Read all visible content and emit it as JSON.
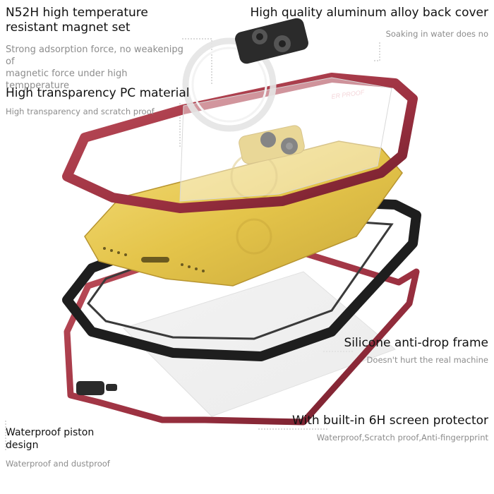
{
  "features": {
    "magnet": {
      "title_line1": "N52H high temperature",
      "title_line2": "resistant magnet set",
      "desc_line1": "Strong adsorption force, no weakenipg  of",
      "desc_line2": "magnetic force under high tempperature"
    },
    "back_cover": {
      "title": "High quality aluminum alloy back cover",
      "desc": "Soaking in water does no"
    },
    "pc_material": {
      "title": "High transparency PC material",
      "desc": "High transparency and scratch proof"
    },
    "silicone_frame": {
      "title": "Silicone anti-drop frame",
      "desc": "Doesn't hurt the real machine"
    },
    "screen_protector": {
      "title": "With built-in  6H screen protector",
      "desc": "Waterproof,Scratch proof,Anti-fingerpprint"
    },
    "piston": {
      "title_line1": "Waterproof piston",
      "title_line2": "design",
      "desc": "Waterproof and dustproof"
    }
  },
  "product_text": {
    "case_print": "ER PROOF"
  },
  "colors": {
    "case_red": "#9b3040",
    "case_red_dark": "#6e1d2a",
    "phone_gold": "#e6c64a",
    "frame_black": "#1e1e1e",
    "camera_black": "#2b2b2b",
    "leader_line": "#b5b5b5"
  }
}
